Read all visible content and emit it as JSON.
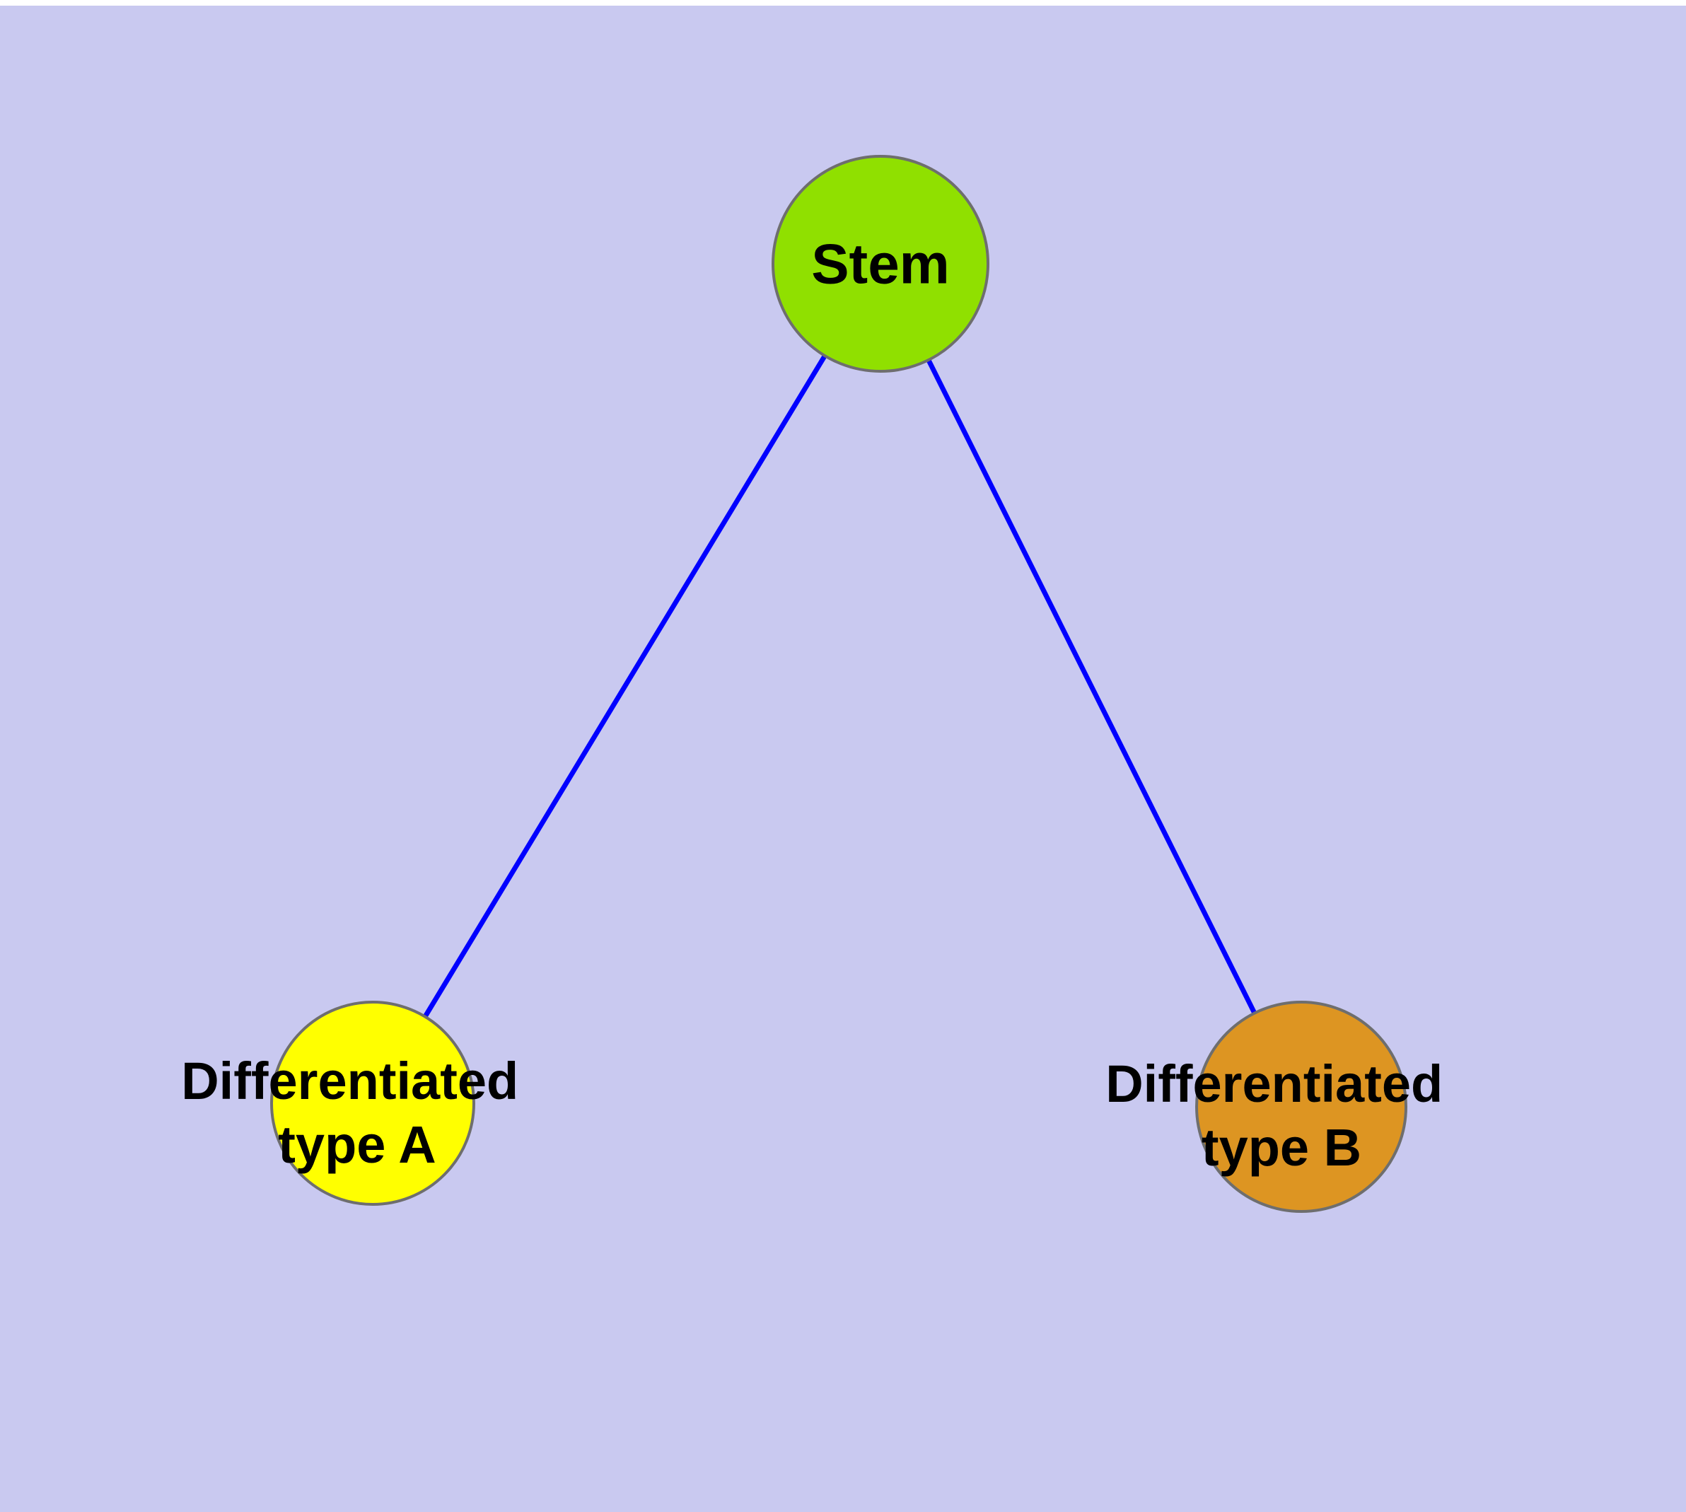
{
  "diagram": {
    "background_color": "#c9c9f0",
    "edge": {
      "color": "#0000ff",
      "width": "7"
    },
    "nodes": {
      "stem": {
        "label": "Stem",
        "fill": "#90e000",
        "stroke": "#6e6e6e"
      },
      "type_a": {
        "label_line1": "Differentiated",
        "label_line2": "type A",
        "fill": "#ffff00",
        "stroke": "#6e6e6e"
      },
      "type_b": {
        "label_line1": "Differentiated",
        "label_line2": "type B",
        "fill": "#dd9522",
        "stroke": "#6e6e6e"
      }
    },
    "edges": [
      {
        "from": "stem",
        "to": "type_a"
      },
      {
        "from": "stem",
        "to": "type_b"
      }
    ]
  }
}
